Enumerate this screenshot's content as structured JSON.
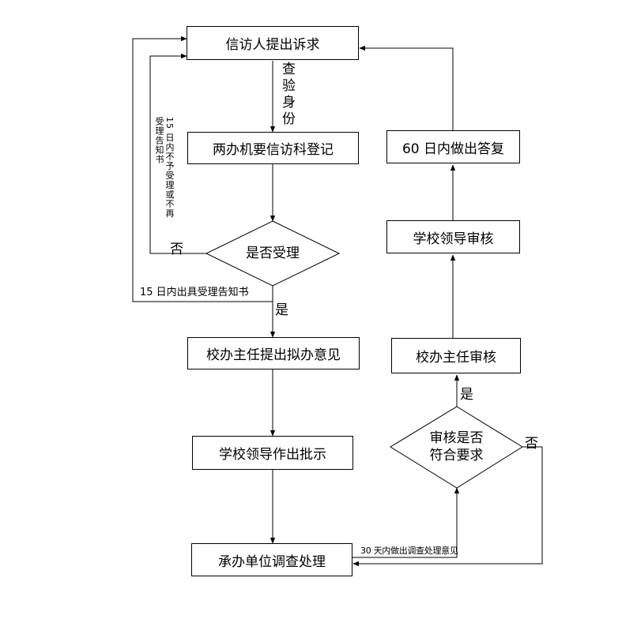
{
  "nodes": {
    "petition": "信访人提出诉求",
    "register": "两办机要信访科登记",
    "accept_decision": "是否受理",
    "director_opinion": "校办主任提出拟办意见",
    "leader_instruction": "学校领导作出批示",
    "handling_unit": "承办单位调查处理",
    "review_decision_line1": "审核是否",
    "review_decision_line2": "符合要求",
    "director_review": "校办主任审核",
    "leader_review": "学校领导审核",
    "reply": "60 日内做出答复"
  },
  "labels": {
    "verify_identity": "查验身份",
    "not_accept_notice": "15 日内不予受理或不再受理告知书",
    "accept_notice": "15 日内出具受理告知书",
    "no_accept": "否",
    "yes_accept": "是",
    "investigate_30days": "30 天内做出调查处理意见",
    "yes_review": "是",
    "no_review": "否"
  }
}
